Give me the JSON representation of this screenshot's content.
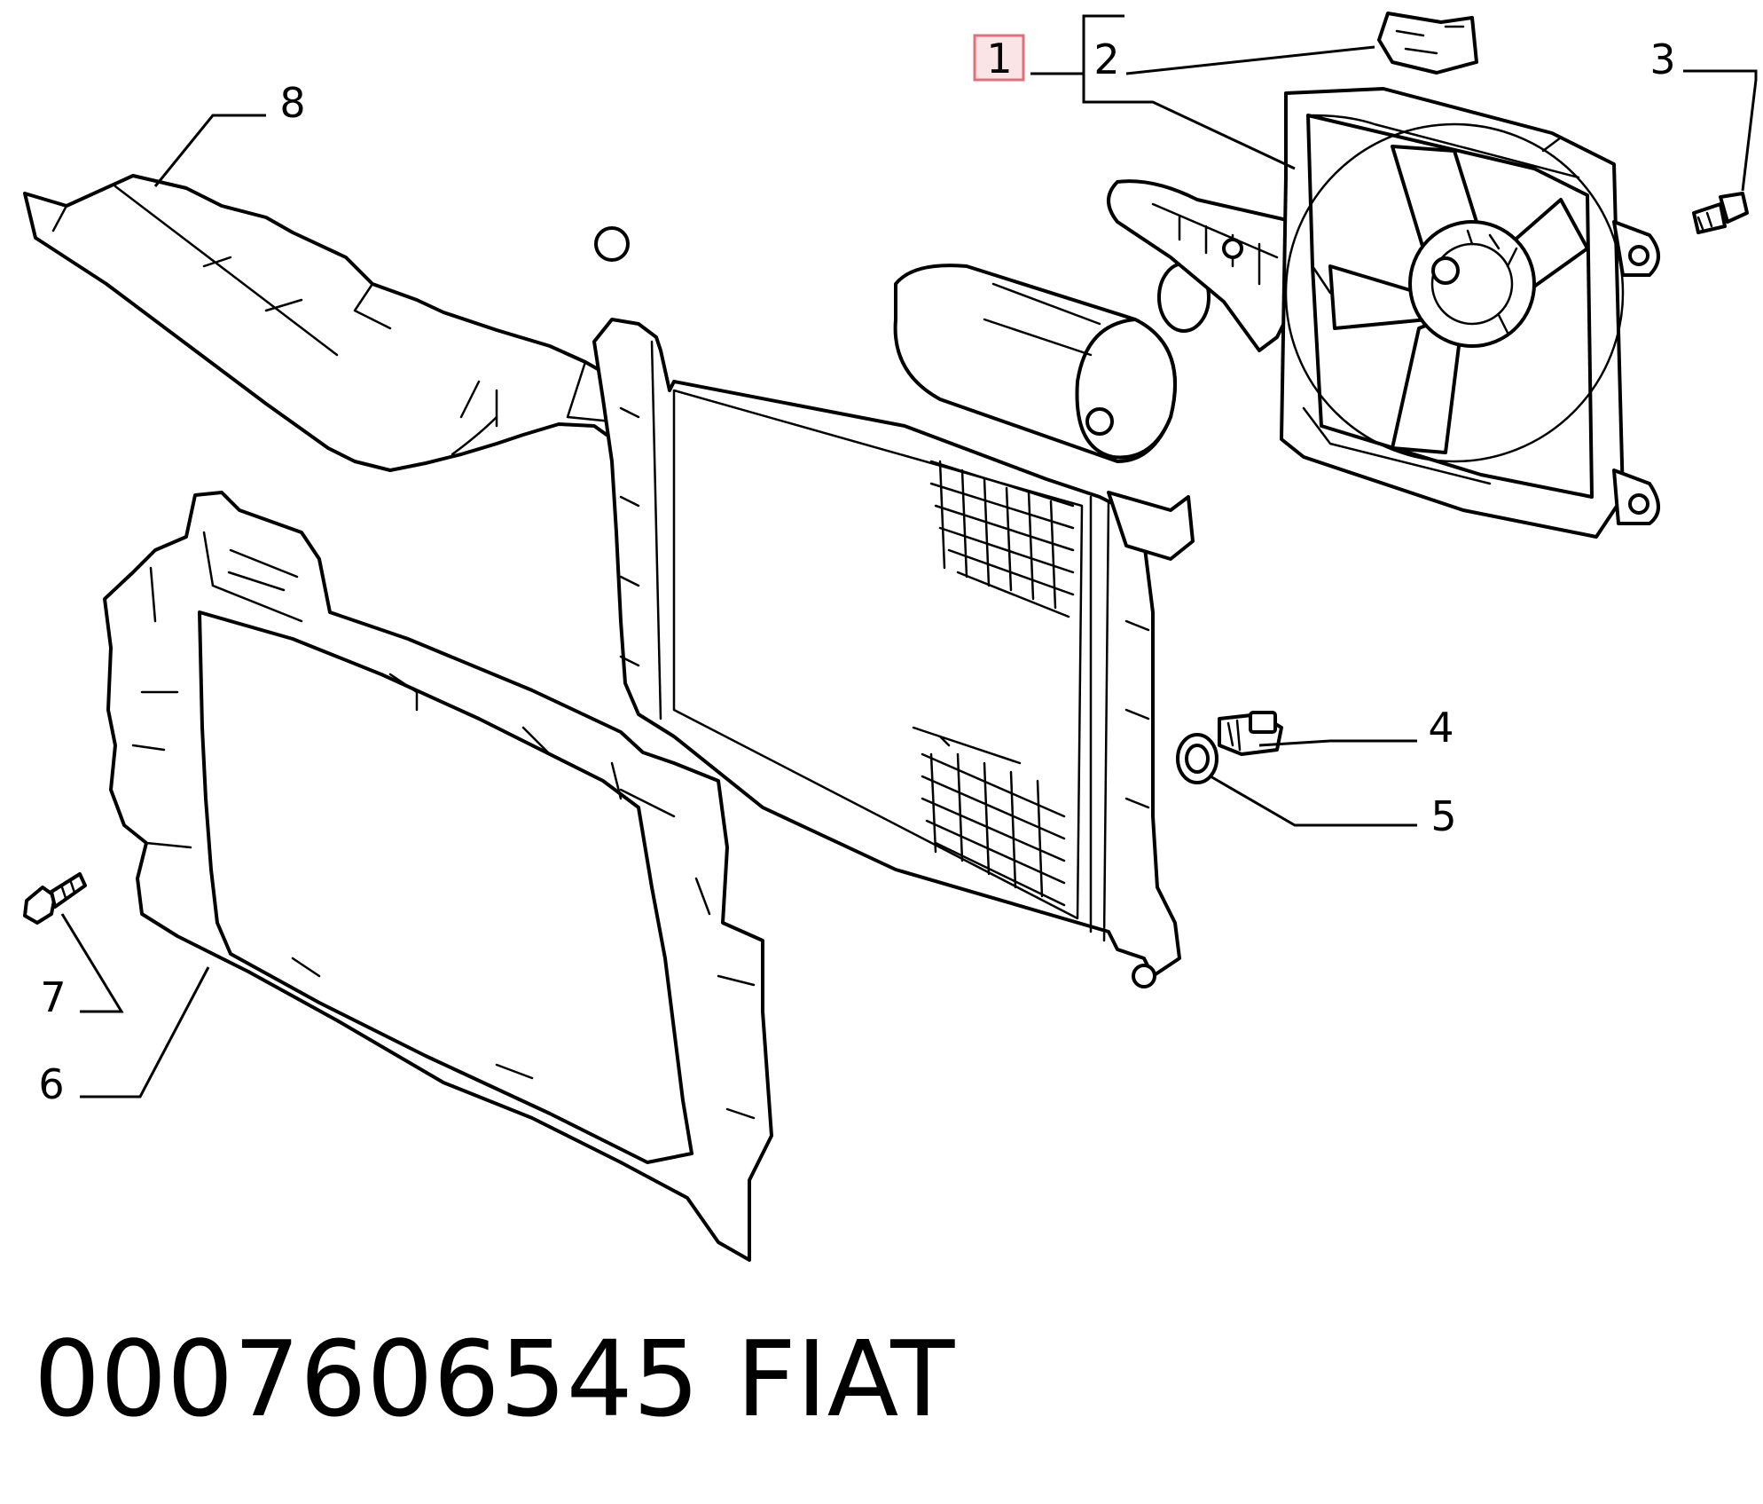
{
  "callouts": [
    {
      "number": "1",
      "highlighted": true
    },
    {
      "number": "2"
    },
    {
      "number": "3"
    },
    {
      "number": "4"
    },
    {
      "number": "5"
    },
    {
      "number": "6"
    },
    {
      "number": "7"
    },
    {
      "number": "8"
    }
  ],
  "caption": {
    "part_number": "0007606545",
    "brand": "FIAT"
  },
  "colors": {
    "line": "#000000",
    "background": "#ffffff",
    "highlight_border": "#e0707a",
    "highlight_fill": "#fbe4e6"
  }
}
